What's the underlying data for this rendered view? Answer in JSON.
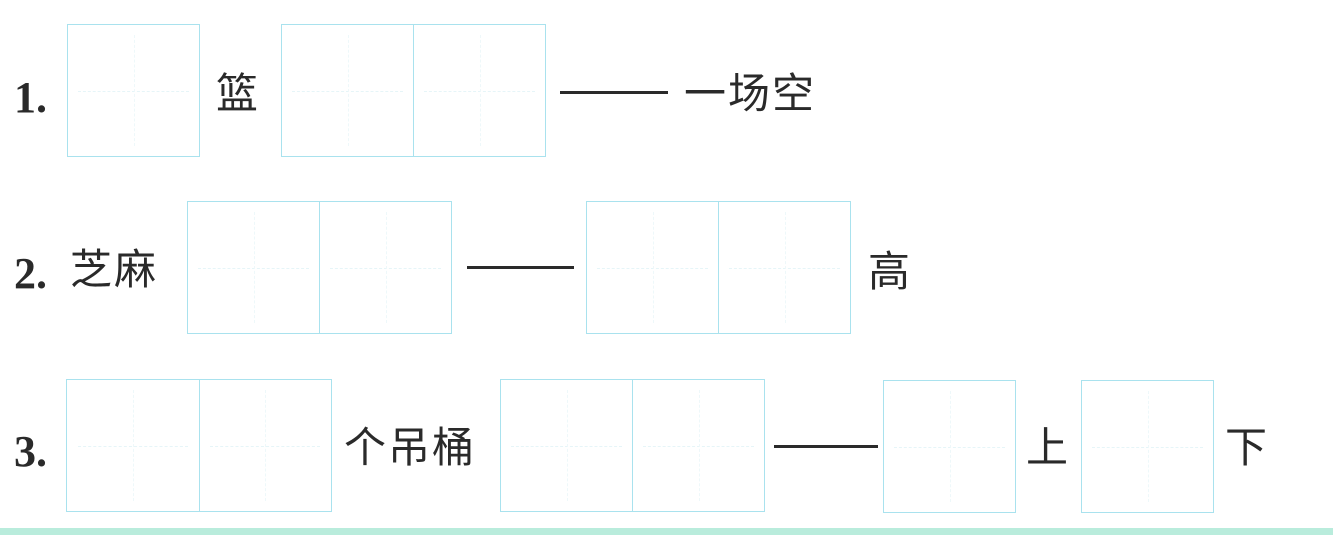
{
  "exercises": [
    {
      "number": "1.",
      "texts": [
        "篮",
        "——",
        "一场空"
      ],
      "boxes": [
        1,
        2
      ]
    },
    {
      "number": "2.",
      "texts": [
        "芝麻",
        "——",
        "高"
      ],
      "boxes": [
        2,
        2
      ]
    },
    {
      "number": "3.",
      "texts": [
        "个吊桶",
        "——",
        "上",
        "下"
      ],
      "boxes": [
        2,
        2,
        1,
        1
      ]
    }
  ],
  "colors": {
    "box_border": "#a9e2ee",
    "bottom_rule": "#b9ecdc",
    "text": "#2a2a2a"
  }
}
